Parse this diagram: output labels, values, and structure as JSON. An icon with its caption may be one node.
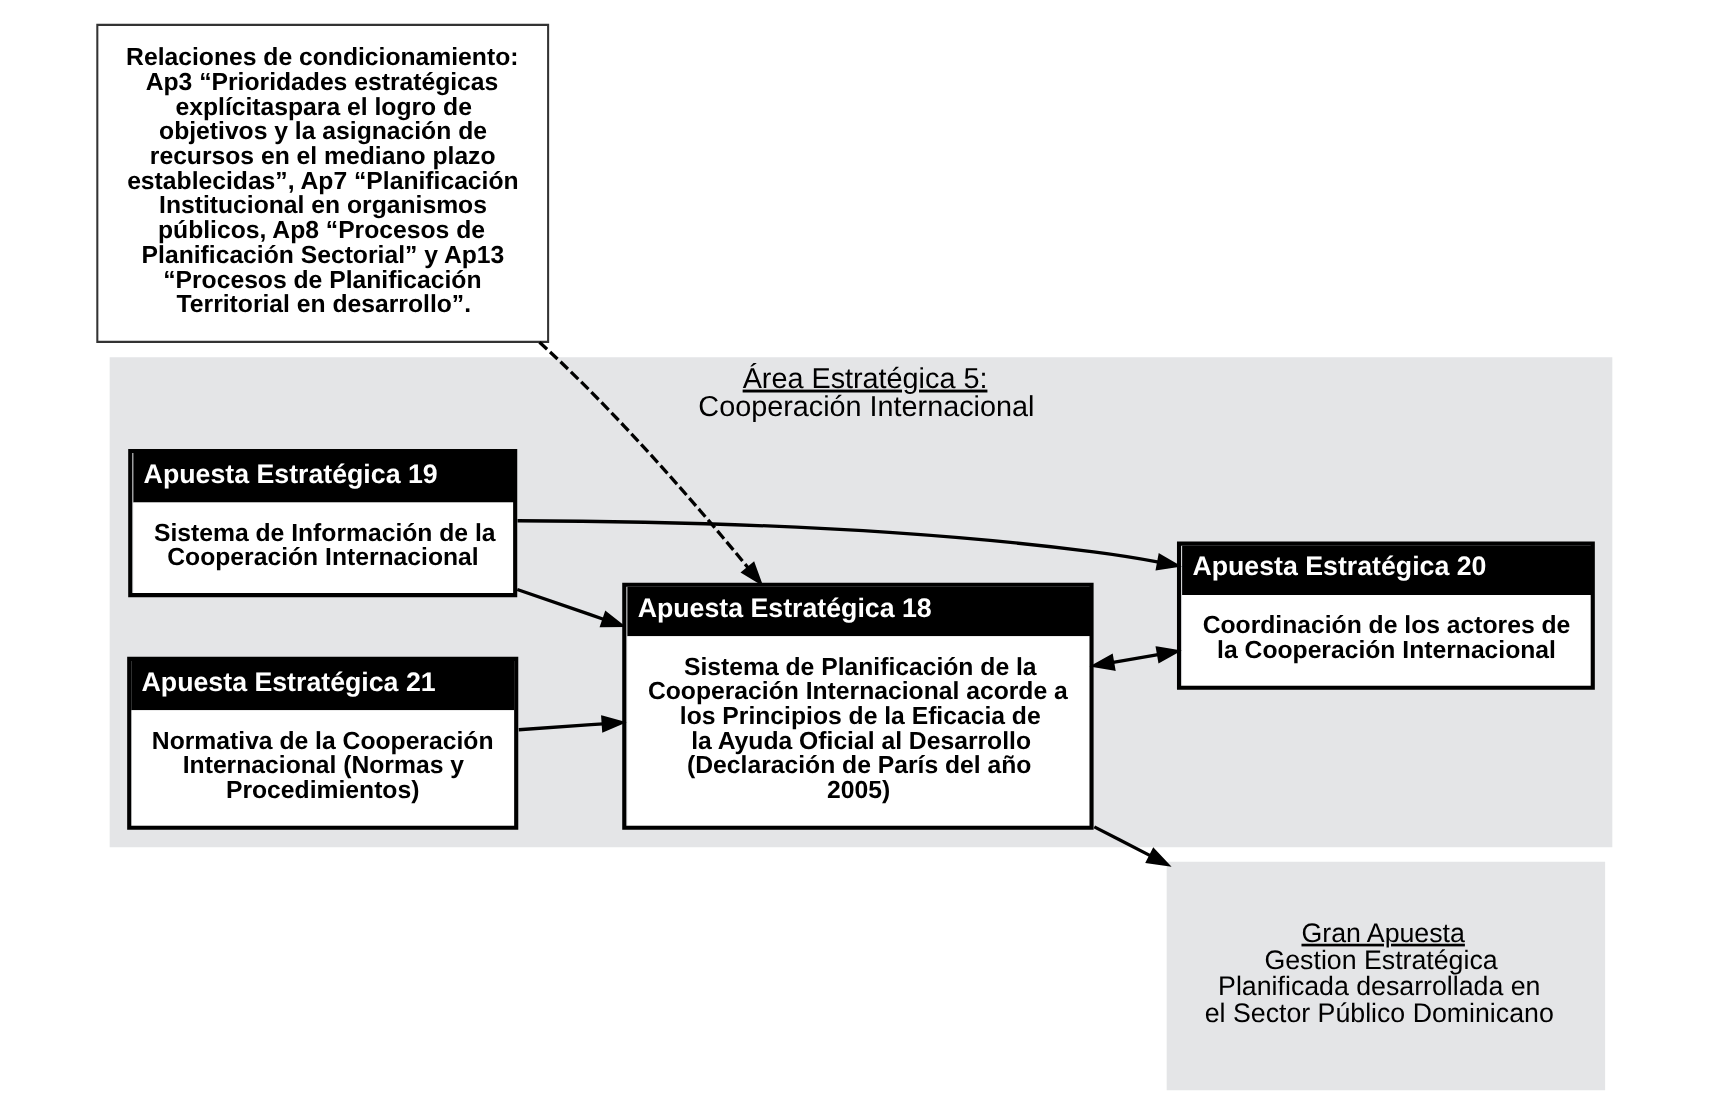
{
  "diagram": {
    "nodes": [
      {
        "text": [
          "Relaciones de condicionamiento: Ap3 “Prioridades estratégicas explícitaspara el logro de objetivos y la asignación de recursos en el mediano plazo establecidas”, Ap7 “Planificación Institucional en organismos públicos, Ap8 “Procesos de Planificación Sectorial” y Ap13 “Procesos de Planificación Territorial en desarrollo”."
        ]
      },
      {
        "text": [
          "Área Estratégica 5:",
          "Cooperación Internacional"
        ]
      },
      {
        "text": [
          "Apuesta Estratégica 21",
          "Normativa de la Cooperación Internacional (Normas y Procedimientos)"
        ],
        "in": 1
      },
      {
        "text": [
          "Apuesta Estratégica 18",
          "Sistema de Planificación de la Cooperación Internacional acorde a los Principios de la Eficacia de la Ayuda Oficial al Desarrollo (Declaración de París del año 2005)"
        ],
        "in": 1
      },
      {
        "text": [
          "Apuesta Estratégica 19",
          "Sistema de Información de la Cooperación Internacional"
        ],
        "in": 1
      },
      {
        "text": [
          "Apuesta Estratégica 20",
          "Coordinación de los actores de la Cooperación Internacional"
        ],
        "in": 1
      },
      {
        "text": [
          "Gran Apuesta",
          "Gestion Estratégica Planificada desarrollada en el Sector Público Dominicano"
        ]
      }
    ],
    "edges": [
      {
        "from": 0,
        "to": 3,
        "arrow": "to",
        "style": "dashed"
      },
      {
        "from": 2,
        "to": 3,
        "arrow": "to"
      },
      {
        "from": 4,
        "to": 3,
        "arrow": "to"
      },
      {
        "from": 3,
        "to": 5,
        "arrow": "both"
      },
      {
        "from": 4,
        "to": 5,
        "arrow": "to"
      },
      {
        "from": 3,
        "to": 6,
        "arrow": "to"
      }
    ]
  }
}
